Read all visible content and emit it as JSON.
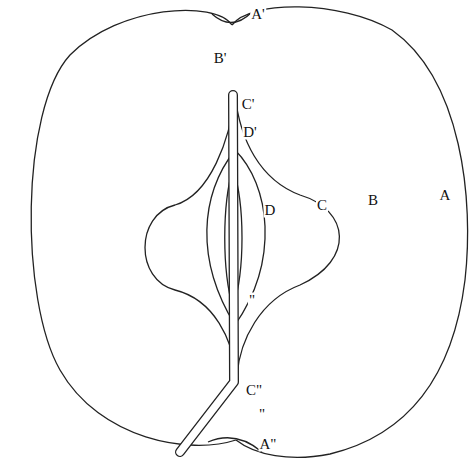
{
  "diagram": {
    "labels": [
      "A'",
      "B'",
      "C'",
      "D'",
      "D",
      "C",
      "B",
      "A",
      "\"",
      "C\"",
      "\"",
      "A\""
    ]
  }
}
